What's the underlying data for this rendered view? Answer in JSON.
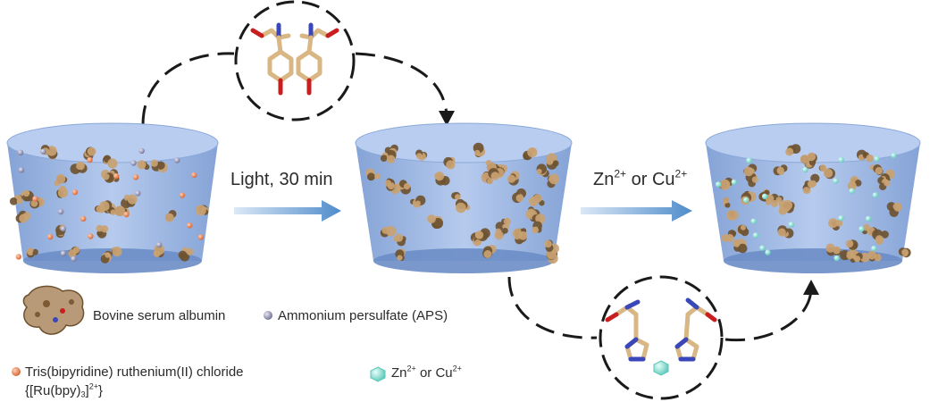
{
  "steps": {
    "step1_label": "Light, 30 min",
    "step2_ion_1": "Zn",
    "step2_charge_1": "2+",
    "step2_or": " or ",
    "step2_ion_2": "Cu",
    "step2_charge_2": "2+"
  },
  "legend": {
    "bsa": "Bovine serum albumin",
    "aps": "Ammonium persulfate (APS)",
    "ru_name": "Tris(bipyridine) ruthenium(II) chloride",
    "ru_formula_open": "{[Ru(bpy)",
    "ru_formula_sub": "3",
    "ru_formula_close": "]",
    "ru_formula_charge": "2+",
    "ru_formula_end": "}",
    "ion_1": "Zn",
    "ion_charge_1": "2+",
    "ion_or": " or ",
    "ion_2": "Cu",
    "ion_charge_2": "2+"
  },
  "colors": {
    "container_body": "#7c9fd6",
    "container_rim": "#aac2ea",
    "arrow": "#5b93cc",
    "protein": "#6e5230",
    "protein_highlight": "#c9a272",
    "ru_dot": "#e0774a",
    "aps_dot": "#8a8aaa",
    "metal_ion": "#8fe0d2",
    "stick_carbon": "#d8b785",
    "stick_oxygen": "#c81e1e",
    "stick_nitrogen": "#3a47b8",
    "dash": "#1a1a1a"
  },
  "icons": {
    "tyrosine_pair": "tyrosine-crosslink-icon",
    "histidine_pair": "histidine-metal-coordination-icon",
    "bsa": "bsa-protein-icon",
    "aps": "aps-sphere-icon",
    "ru": "ru-complex-sphere-icon",
    "ion": "metal-ion-hexagon-icon"
  }
}
